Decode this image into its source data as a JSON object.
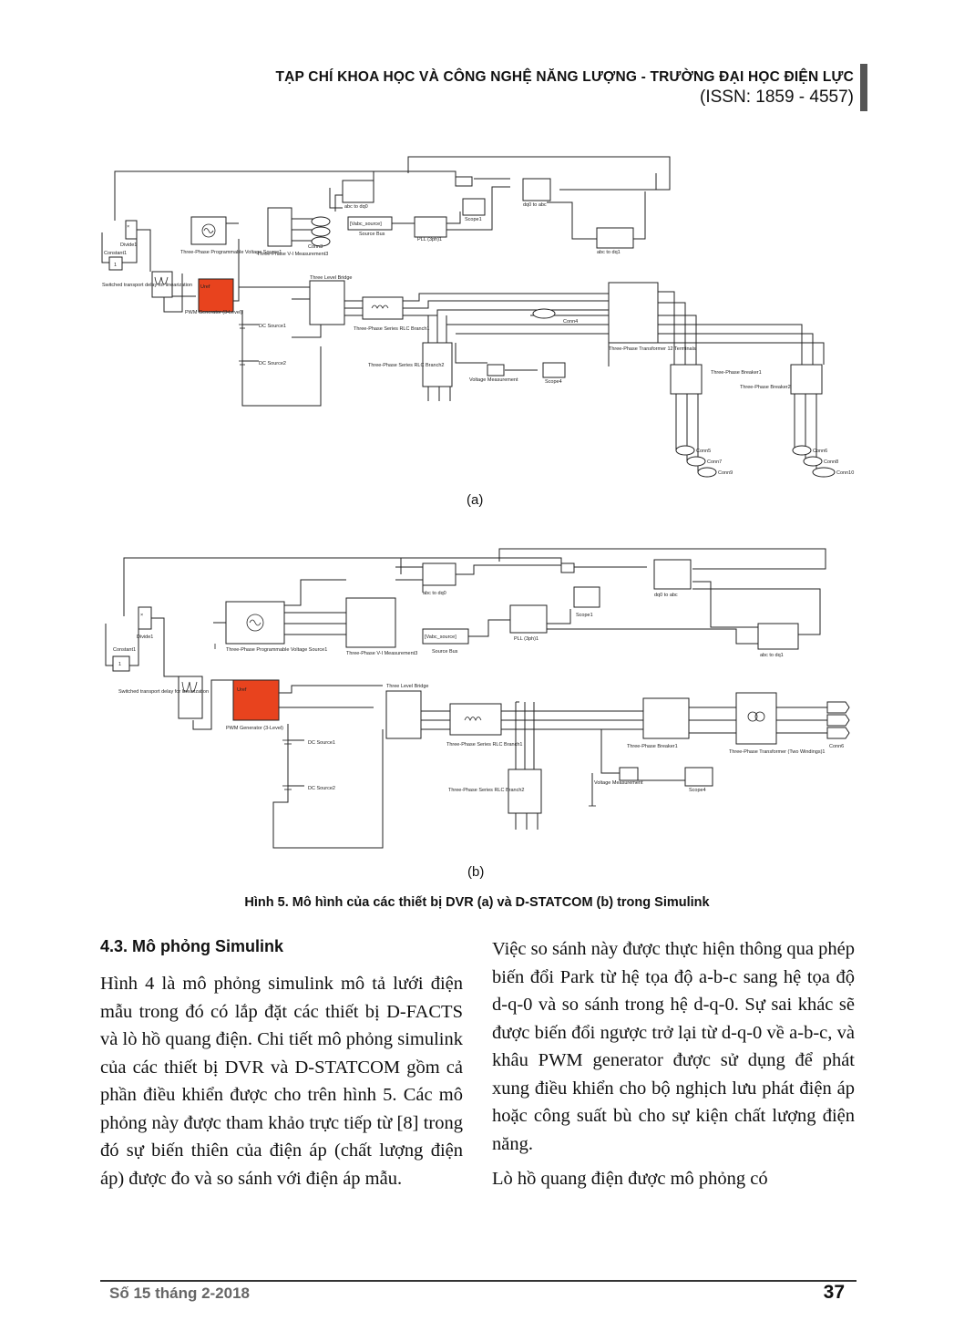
{
  "header": {
    "journal_title": "TẠP CHÍ KHOA HỌC VÀ CÔNG NGHỆ NĂNG LƯỢNG - TRƯỜNG ĐẠI HỌC ĐIỆN LỰC",
    "issn": "(ISSN: 1859 - 4557)"
  },
  "figure": {
    "sublabel_a": "(a)",
    "sublabel_b": "(b)",
    "caption": "Hình 5. Mô hình của các thiết bị DVR (a) và D-STATCOM (b) trong Simulink",
    "diagram_a": {
      "divide": "Divide1",
      "constant": "Constant1",
      "constant_value": "1",
      "delay": "Switched transport delay for linearization",
      "source": "Three-Phase Programmable Voltage Source1",
      "vi_meas": "Three-Phase V-I Measurement3",
      "pwm": "PWM Generator (3-Level)",
      "uref": "Uref",
      "bridge": "Three Level Bridge",
      "dc1": "DC Source1",
      "dc2": "DC Source2",
      "rlc1": "Three-Phase Series RLC Branch1",
      "rlc2": "Three-Phase Series RLC Branch2",
      "abc_dq0": "abc to dq0",
      "dq0_abc": "dq0 to abc",
      "abc_dq1": "abc to dq1",
      "pll": "PLL (3ph)1",
      "source_bus": "Source Bus",
      "source_bus_tag": "[Vabc_source]",
      "scope1": "Scope1",
      "scope4": "Scope4",
      "vmeas": "Voltage Measurement",
      "transformer": "Three-Phase Transformer 12 Terminals",
      "breaker1": "Three-Phase Breaker1",
      "breaker2": "Three-Phase Breaker2",
      "conn3": "Conn3",
      "conn4": "Conn4",
      "conn5": "Conn5",
      "conn6": "Conn6",
      "conn7": "Conn7",
      "conn8": "Conn8",
      "conn9": "Conn9",
      "conn10": "Conn10"
    },
    "diagram_b": {
      "divide": "Divide1",
      "constant": "Constant1",
      "constant_value": "1",
      "delay": "Switched transport delay for linearization",
      "source": "Three-Phase Programmable Voltage Source1",
      "vi_meas": "Three-Phase V-I Measurement3",
      "pwm": "PWM Generator (3-Level)",
      "uref": "Uref",
      "bridge": "Three Level Bridge",
      "dc1": "DC Source1",
      "dc2": "DC Source2",
      "rlc1": "Three-Phase Series RLC Branch1",
      "rlc2": "Three-Phase Series RLC Branch2",
      "abc_dq0": "abc to dq0",
      "dq0_abc": "dq0 to abc",
      "abc_dq1": "abc to dq1",
      "pll": "PLL (3ph)1",
      "source_bus": "Source Bus",
      "source_bus_tag": "[Vabc_source]",
      "scope1": "Scope1",
      "scope4": "Scope4",
      "vmeas": "Voltage Measurement",
      "breaker": "Three-Phase Breaker1",
      "transformer": "Three-Phase Transformer (Two Windings)1",
      "conn6": "Conn6"
    }
  },
  "section": {
    "heading": "4.3. Mô phỏng Simulink",
    "left_paragraph": "Hình 4 là mô phỏng simulink mô tả lưới điện mẫu trong đó có lắp đặt các thiết bị D-FACTS và lò hồ quang điện. Chi tiết mô phỏng simulink của các thiết bị DVR và D-STATCOM gồm cả phần điều khiển được cho trên hình 5. Các mô phỏng này được tham khảo trực tiếp từ [8] trong đó sự biến thiên của điện áp (chất lượng điện áp) được đo và so sánh với điện áp mẫu.",
    "right_paragraph_1": "Việc so sánh này được thực hiện thông qua phép biến đổi Park từ hệ tọa độ a-b-c sang hệ tọa độ d-q-0 và so sánh trong hệ d-q-0. Sự sai khác sẽ được biến đổi ngược trở lại từ d-q-0 về a-b-c, và khâu PWM generator được sử dụng để phát xung điều khiển cho bộ nghịch lưu phát điện áp hoặc công suất bù cho sự kiện chất lượng điện năng.",
    "right_paragraph_2": "Lò hồ quang điện được mô phỏng có"
  },
  "footer": {
    "issue": "Số 15 tháng 2-2018",
    "page_number": "37"
  },
  "colors": {
    "pwm_block": "#e8431e",
    "wire": "#222222",
    "footer_issue": "#666666"
  }
}
